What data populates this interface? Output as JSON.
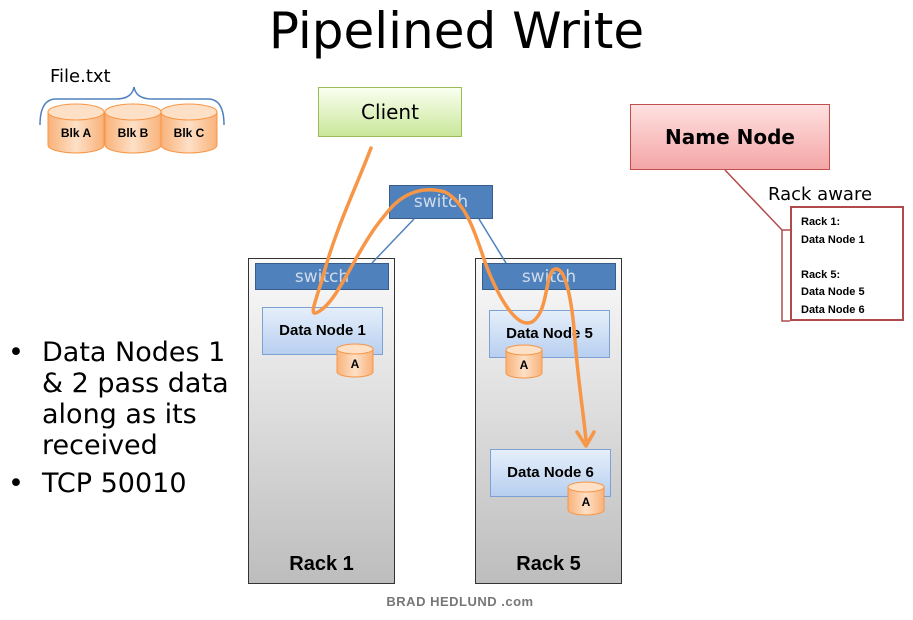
{
  "title": "Pipelined Write",
  "file": {
    "label": "File.txt",
    "blocks": [
      "Blk A",
      "Blk B",
      "Blk C"
    ]
  },
  "client": {
    "label": "Client"
  },
  "name_node": {
    "label": "Name Node"
  },
  "rack_aware": {
    "title": "Rack aware",
    "lines": [
      "Rack 1:",
      "Data Node 1",
      "Rack 5:",
      "Data Node 5",
      "Data Node 6"
    ]
  },
  "core_switch": {
    "label": "switch"
  },
  "racks": [
    {
      "label": "Rack 1",
      "switch": "switch",
      "nodes": [
        {
          "label": "Data Node 1",
          "block": "A"
        }
      ]
    },
    {
      "label": "Rack 5",
      "switch": "switch",
      "nodes": [
        {
          "label": "Data Node 5",
          "block": "A"
        },
        {
          "label": "Data Node 6",
          "block": "A"
        }
      ]
    }
  ],
  "bullets": [
    "Data Nodes 1 & 2 pass data along as its received",
    "TCP 50010"
  ],
  "credit": "BRAD HEDLUND .com",
  "colors": {
    "client_fill": "#d7f0b0",
    "name_node_fill": "#f4b6b6",
    "switch_fill": "#4f81bd",
    "data_node_fill": "#c6d9f1",
    "block_fill": "#fcd5b5",
    "pipeline_arrow": "#f79646",
    "rack_aware_border": "#b14b4b"
  }
}
